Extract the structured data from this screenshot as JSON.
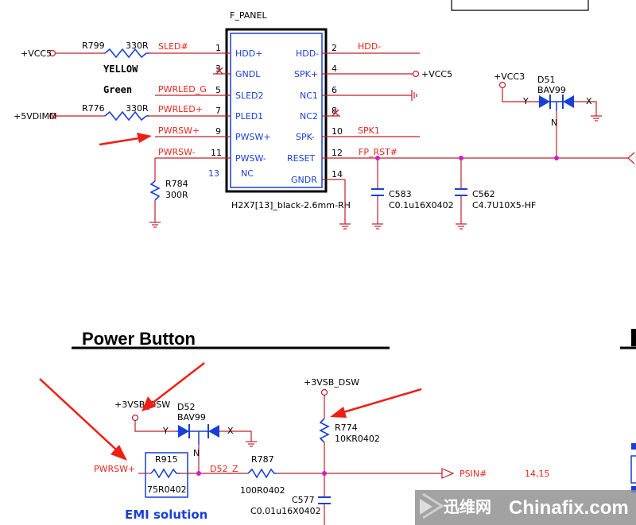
{
  "top_circuit": {
    "connector_title": "F_PANEL",
    "connector_part": "H2X7[13]_black-2.6mm-RH",
    "connector_pin13_number": "13",
    "connector_pin13_name": "NC",
    "left_pins": [
      {
        "num": "1",
        "name": "HDD+"
      },
      {
        "num": "3",
        "name": "GNDL"
      },
      {
        "num": "5",
        "name": "SLED2"
      },
      {
        "num": "7",
        "name": "PLED1"
      },
      {
        "num": "9",
        "name": "PWSW+"
      },
      {
        "num": "11",
        "name": "PWSW-"
      }
    ],
    "right_pins": [
      {
        "num": "2",
        "name": "HDD-"
      },
      {
        "num": "4",
        "name": "SPK+"
      },
      {
        "num": "6",
        "name": "NC1"
      },
      {
        "num": "8",
        "name": "NC2"
      },
      {
        "num": "10",
        "name": "SPK-"
      },
      {
        "num": "12",
        "name": "RESET"
      },
      {
        "num": "14",
        "name": "GNDR"
      }
    ],
    "nets": {
      "sled": "SLED#",
      "pwrled_g": "PWRLED_G",
      "pwrled_plus": "PWRLED+",
      "pwrsw_plus": "PWRSW+",
      "pwrsw_minus": "PWRSW-",
      "hdd_minus": "HDD-",
      "spk1": "SPK1",
      "fp_rst": "FP_RST#"
    },
    "power": {
      "vcc5_left": "+VCC5",
      "vcc5_right": "+VCC5",
      "vdimm": "+5VDIMM",
      "vcc3": "+VCC3"
    },
    "labels": {
      "yellow": "YELLOW",
      "green": "Green"
    },
    "r799": {
      "ref": "R799",
      "value": "330R"
    },
    "r776": {
      "ref": "R776",
      "value": "330R"
    },
    "r784": {
      "ref": "R784",
      "value": "300R"
    },
    "c583": {
      "ref": "C583",
      "value": "C0.1u16X0402"
    },
    "c562": {
      "ref": "C562",
      "value": "C4.7U10X5-HF"
    },
    "d51": {
      "ref": "D51",
      "part": "BAV99",
      "y": "Y",
      "x": "X",
      "n": "N"
    }
  },
  "power_button": {
    "title": "Power Button",
    "vsb_left": "+3VSB_DSW",
    "vsb_top": "+3VSB_DSW",
    "d52": {
      "ref": "D52",
      "part": "BAV99",
      "y": "Y",
      "x": "X",
      "n": "N"
    },
    "r915": {
      "ref": "R915",
      "value": "75R0402"
    },
    "r787": {
      "ref": "R787",
      "value": "100R0402"
    },
    "r774": {
      "ref": "R774",
      "value": "10KR0402"
    },
    "c577": {
      "ref": "C577",
      "value": "C0.01u16X0402"
    },
    "net_pwrsw_plus": "PWRSW+",
    "net_d52z": "D52_Z",
    "net_psin": "PSIN#",
    "page_ref": "14,15",
    "emi_label": "EMI solution"
  },
  "watermark": {
    "cn": "迅维网",
    "en": "Chinafix.com"
  },
  "colors": {
    "wire": "#c0202a",
    "component": "#1a3fd6",
    "net_text": "#e8241c",
    "arrow": "#f01e14",
    "junction": "#d11ec9"
  }
}
